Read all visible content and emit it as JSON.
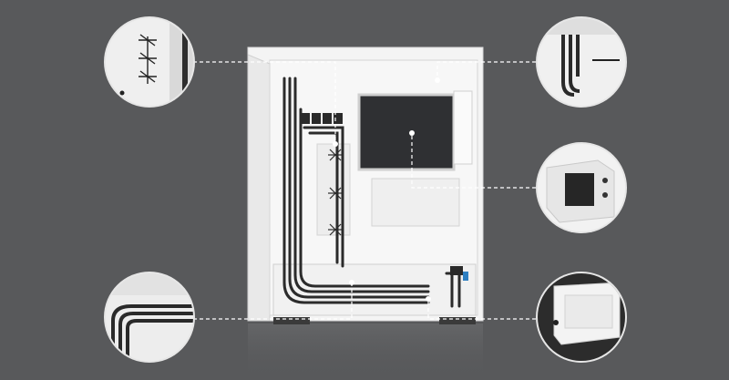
{
  "image": {
    "subject": "",
    "background_color": "#58595b",
    "case_color": "#f2f2f2",
    "cable_color": "#2b2b2b",
    "callout_line_color": "#ffffff",
    "callouts": [
      {
        "name": "top-left"
      },
      {
        "name": "top-right"
      },
      {
        "name": "mid-right"
      },
      {
        "name": "bottom-left"
      },
      {
        "name": "bottom-right"
      }
    ]
  }
}
